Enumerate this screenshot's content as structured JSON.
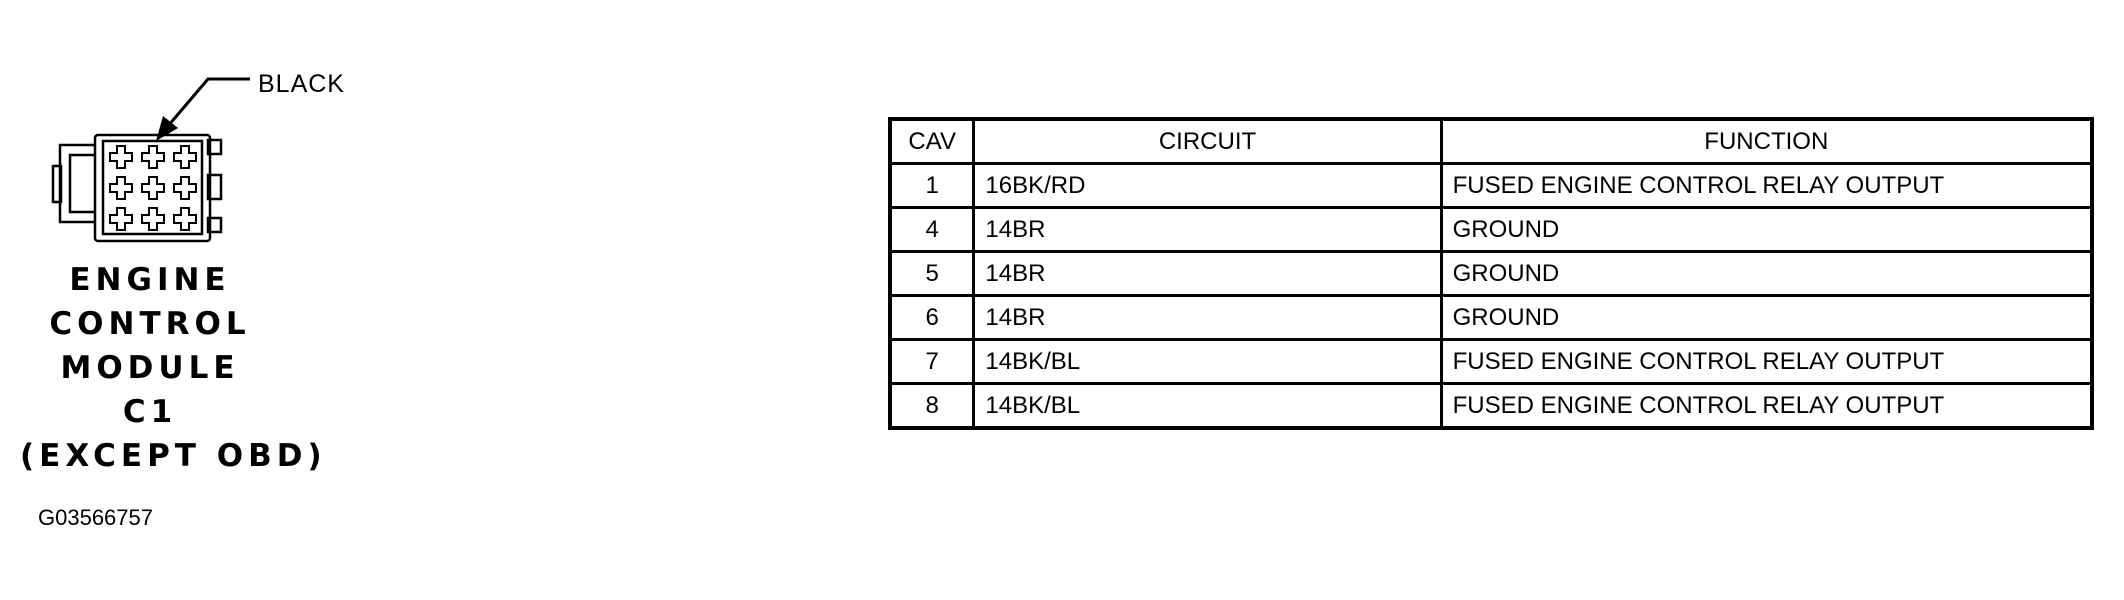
{
  "connector": {
    "color_label": "BLACK",
    "title_lines": [
      "ENGINE",
      "CONTROL",
      "MODULE",
      "C1",
      "(EXCEPT OBD)"
    ],
    "cavity_rows": 3,
    "cavity_cols": 3
  },
  "figure_id": "G03566757",
  "table": {
    "headers": {
      "cav": "CAV",
      "circuit": "CIRCUIT",
      "function": "FUNCTION"
    },
    "rows": [
      {
        "cav": "1",
        "circuit": "16BK/RD",
        "function": "FUSED ENGINE CONTROL RELAY OUTPUT"
      },
      {
        "cav": "4",
        "circuit": "14BR",
        "function": "GROUND"
      },
      {
        "cav": "5",
        "circuit": "14BR",
        "function": "GROUND"
      },
      {
        "cav": "6",
        "circuit": "14BR",
        "function": "GROUND"
      },
      {
        "cav": "7",
        "circuit": "14BK/BL",
        "function": "FUSED ENGINE CONTROL RELAY OUTPUT"
      },
      {
        "cav": "8",
        "circuit": "14BK/BL",
        "function": "FUSED ENGINE CONTROL RELAY OUTPUT"
      }
    ]
  }
}
